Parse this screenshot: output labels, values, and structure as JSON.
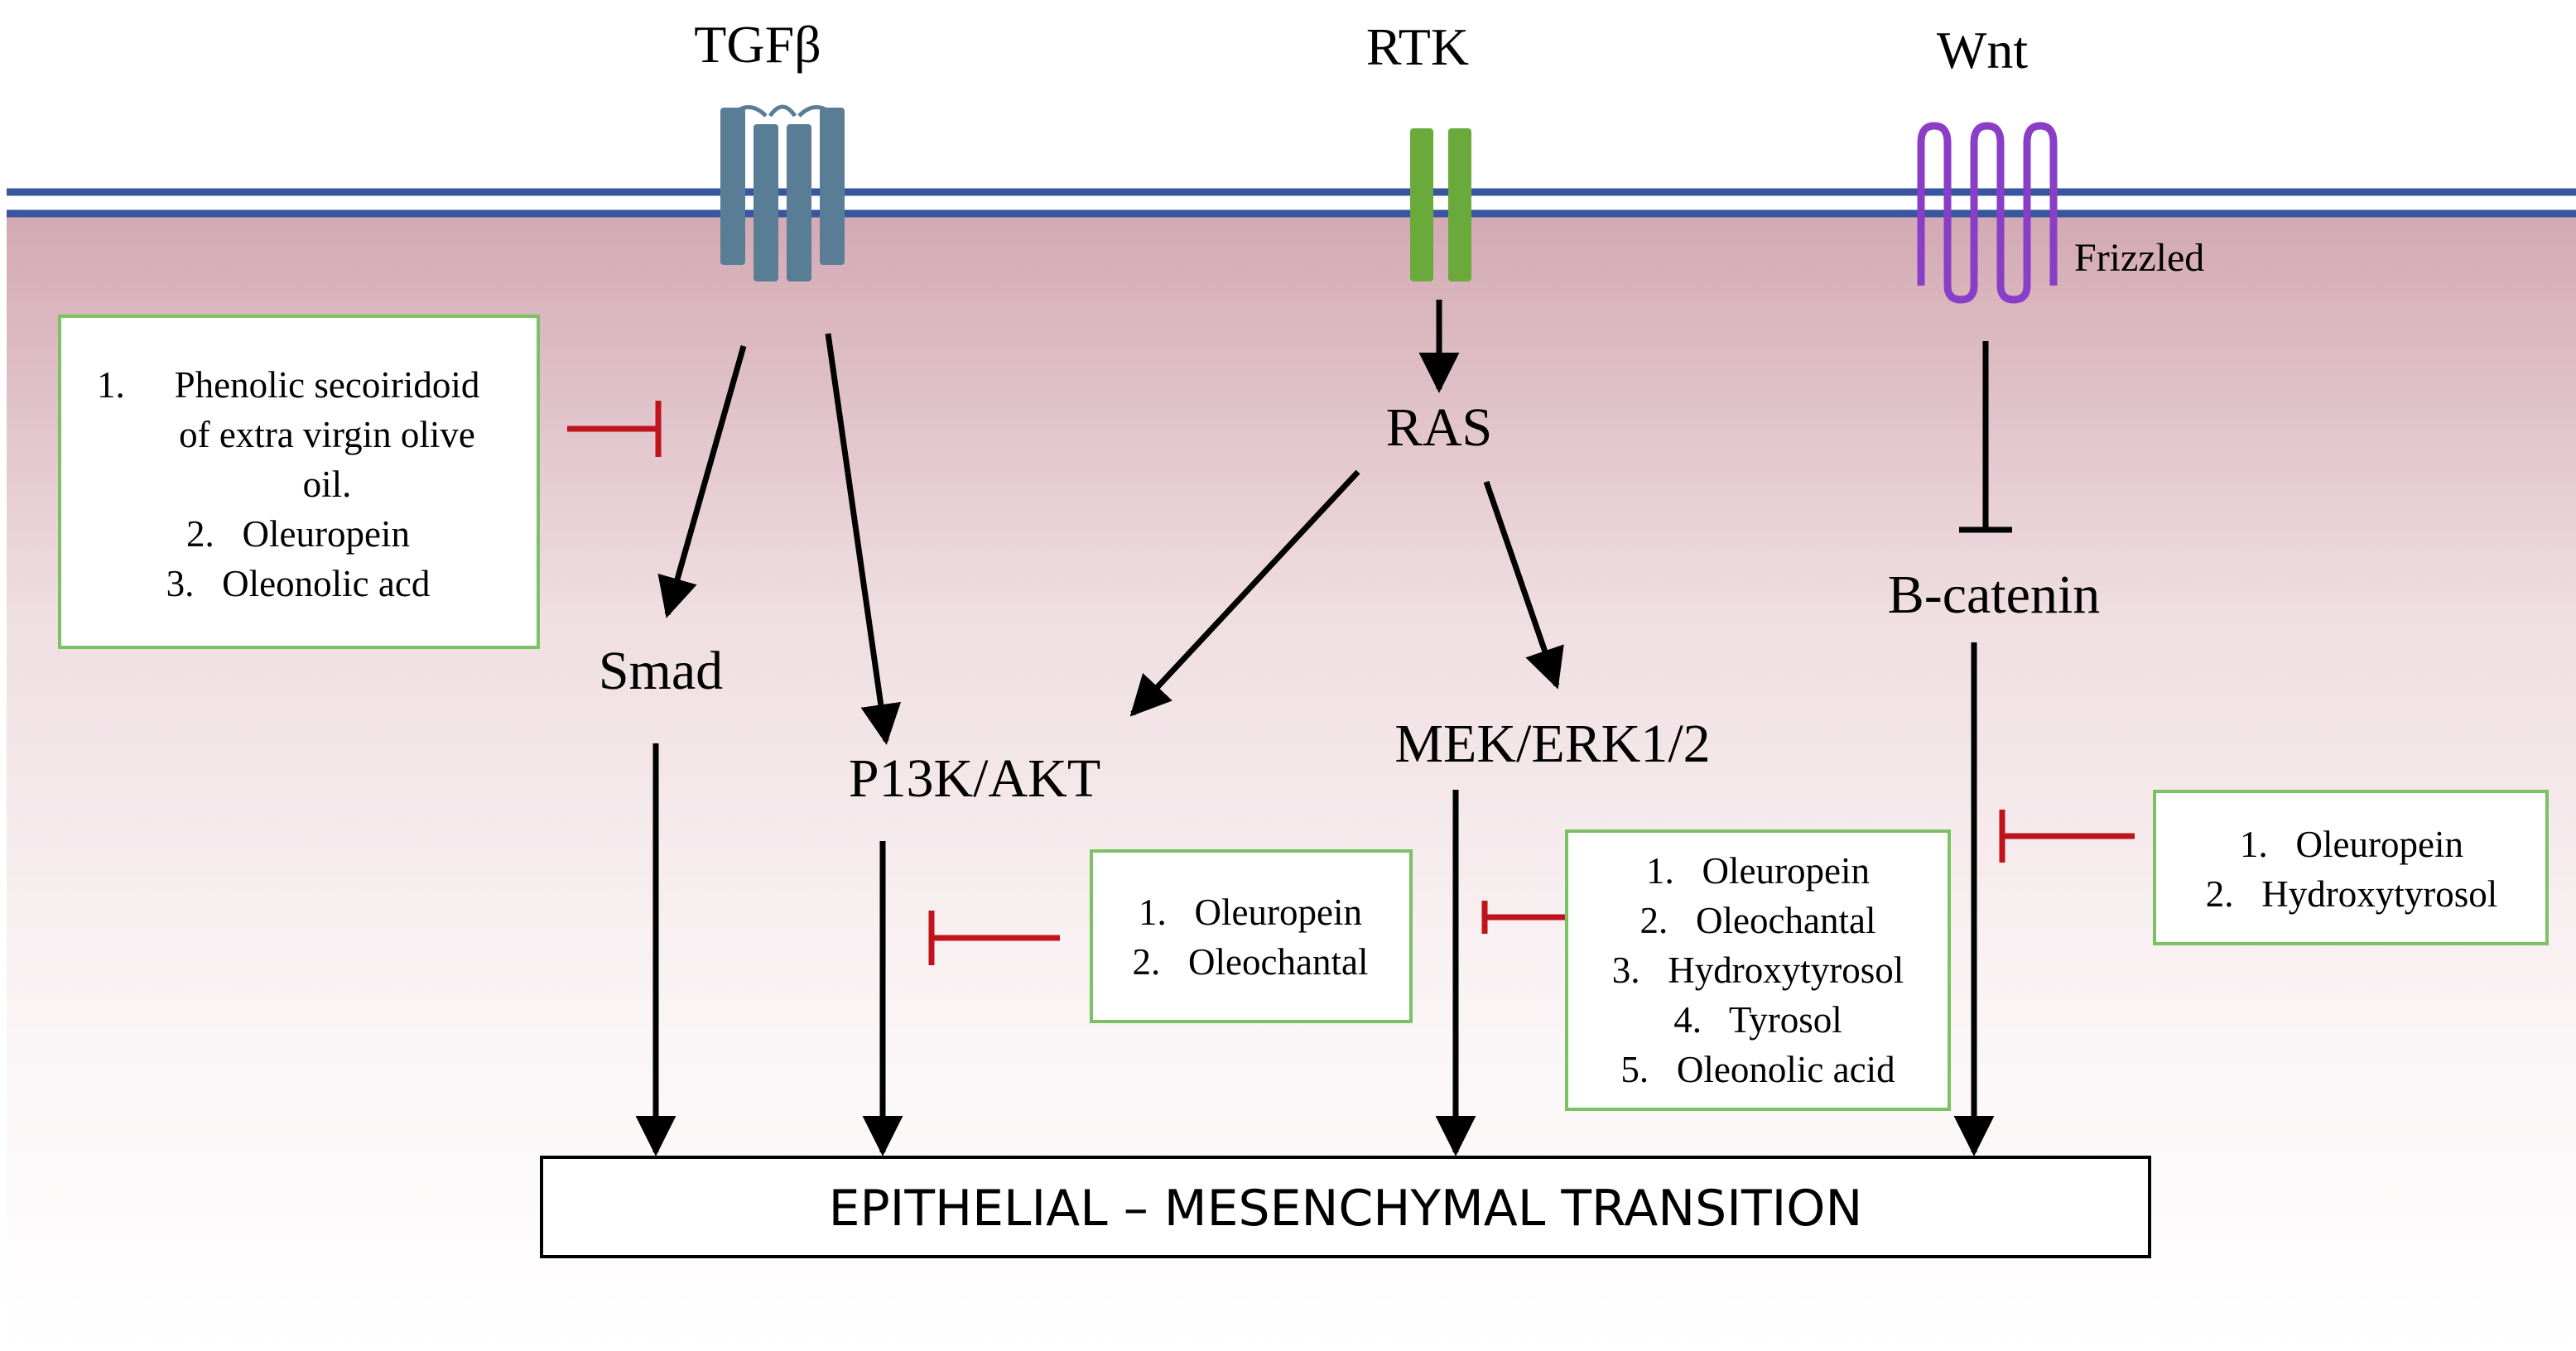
{
  "receptors": {
    "tgfb": "TGFβ",
    "rtk": "RTK",
    "wnt": "Wnt",
    "frizzled": "Frizzled"
  },
  "nodes": {
    "ras": "RAS",
    "smad": "Smad",
    "pi3k": "P13K/AKT",
    "mek": "MEK/ERK1/2",
    "bcatenin": "B-catenin"
  },
  "emt": "EPITHELIAL – MESENCHYMAL TRANSITION",
  "boxes": {
    "tgfb_inhibitors": {
      "n1": "1.",
      "item1_line1": "Phenolic secoiridoid",
      "item1_line2": "of extra virgin olive",
      "item1_line3": "oil.",
      "item2": "2.   Oleuropein",
      "item3": "3.   Oleonolic acd"
    },
    "pi3k_inhibitors": {
      "item1": "1.   Oleuropein",
      "item2": "2.   Oleochantal"
    },
    "mek_inhibitors": {
      "item1": "1.   Oleuropein",
      "item2": "2.   Oleochantal",
      "item3": "3.   Hydroxytyrosol",
      "item4": "4.   Tyrosol",
      "item5": "5.   Oleonolic acid"
    },
    "wnt_inhibitors": {
      "item1": "1.   Oleuropein",
      "item2": "2.   Hydroxytyrosol"
    }
  },
  "colors": {
    "membrane": "#3a55a0",
    "cytoplasm_top": "#d3a9b3",
    "tgfb_receptor": "#5a7d96",
    "rtk_receptor": "#6aaa3a",
    "frizzled": "#8a3ec7",
    "inhibition": "#c0141c",
    "box_border": "#7cc164",
    "arrow": "#000000"
  }
}
